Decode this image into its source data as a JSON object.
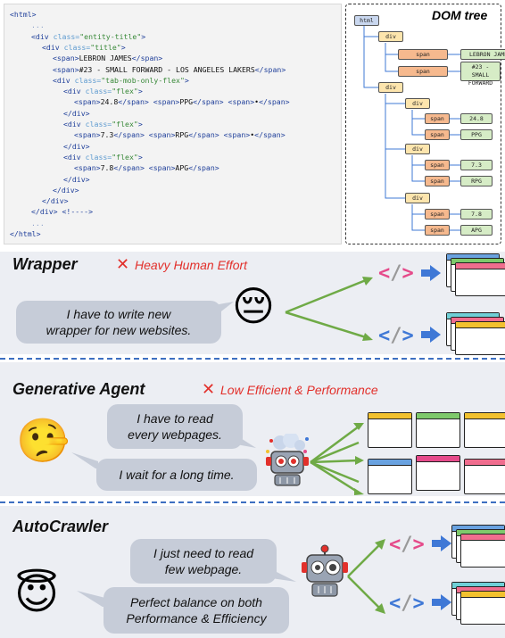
{
  "code_panel": {
    "lines": [
      {
        "indent": 0,
        "parts": [
          [
            "tag",
            "<html>"
          ]
        ]
      },
      {
        "indent": 2,
        "parts": [
          [
            "dots",
            "..."
          ]
        ]
      },
      {
        "indent": 2,
        "parts": [
          [
            "tag",
            "<div "
          ],
          [
            "attr",
            "class="
          ],
          [
            "str",
            "\"entity-title\""
          ],
          [
            "tag",
            ">"
          ]
        ]
      },
      {
        "indent": 3,
        "parts": [
          [
            "tag",
            "<div "
          ],
          [
            "attr",
            "class="
          ],
          [
            "str",
            "\"title\""
          ],
          [
            "tag",
            ">"
          ]
        ]
      },
      {
        "indent": 4,
        "parts": [
          [
            "tag",
            "<span>"
          ],
          [
            "txt",
            "LEBRON JAMES"
          ],
          [
            "tag",
            "</span>"
          ]
        ]
      },
      {
        "indent": 4,
        "parts": [
          [
            "tag",
            "<span>"
          ],
          [
            "txt",
            "#23 - SMALL FORWARD - LOS ANGELES LAKERS"
          ],
          [
            "tag",
            "</span>"
          ]
        ]
      },
      {
        "indent": 4,
        "parts": [
          [
            "tag",
            "<div "
          ],
          [
            "attr",
            "class="
          ],
          [
            "str",
            "\"tab-mob-only-flex\""
          ],
          [
            "tag",
            ">"
          ]
        ]
      },
      {
        "indent": 5,
        "parts": [
          [
            "tag",
            "<div "
          ],
          [
            "attr",
            "class="
          ],
          [
            "str",
            "\"flex\""
          ],
          [
            "tag",
            ">"
          ]
        ]
      },
      {
        "indent": 6,
        "parts": [
          [
            "tag",
            "<span>"
          ],
          [
            "txt",
            "24.8"
          ],
          [
            "tag",
            "</span> <span>"
          ],
          [
            "txt",
            "PPG"
          ],
          [
            "tag",
            "</span> <span>"
          ],
          [
            "txt",
            "•"
          ],
          [
            "tag",
            "</span>"
          ]
        ]
      },
      {
        "indent": 5,
        "parts": [
          [
            "tag",
            "</div>"
          ]
        ]
      },
      {
        "indent": 5,
        "parts": [
          [
            "tag",
            "<div "
          ],
          [
            "attr",
            "class="
          ],
          [
            "str",
            "\"flex\""
          ],
          [
            "tag",
            ">"
          ]
        ]
      },
      {
        "indent": 6,
        "parts": [
          [
            "tag",
            "<span>"
          ],
          [
            "txt",
            "7.3"
          ],
          [
            "tag",
            "</span> <span>"
          ],
          [
            "txt",
            "RPG"
          ],
          [
            "tag",
            "</span> <span>"
          ],
          [
            "txt",
            "•"
          ],
          [
            "tag",
            "</span>"
          ]
        ]
      },
      {
        "indent": 5,
        "parts": [
          [
            "tag",
            "</div>"
          ]
        ]
      },
      {
        "indent": 5,
        "parts": [
          [
            "tag",
            "<div "
          ],
          [
            "attr",
            "class="
          ],
          [
            "str",
            "\"flex\""
          ],
          [
            "tag",
            ">"
          ]
        ]
      },
      {
        "indent": 6,
        "parts": [
          [
            "tag",
            "<span>"
          ],
          [
            "txt",
            "7.8"
          ],
          [
            "tag",
            "</span> <span>"
          ],
          [
            "txt",
            "APG"
          ],
          [
            "tag",
            "</span>"
          ]
        ]
      },
      {
        "indent": 5,
        "parts": [
          [
            "tag",
            "</div>"
          ]
        ]
      },
      {
        "indent": 4,
        "parts": [
          [
            "tag",
            "</div>"
          ]
        ]
      },
      {
        "indent": 3,
        "parts": [
          [
            "tag",
            "</div>"
          ]
        ]
      },
      {
        "indent": 2,
        "parts": [
          [
            "tag",
            "</div> <!---->"
          ]
        ]
      },
      {
        "indent": 2,
        "parts": [
          [
            "dots",
            "..."
          ]
        ]
      },
      {
        "indent": 0,
        "parts": [
          [
            "tag",
            "</html>"
          ]
        ]
      }
    ]
  },
  "dom_tree": {
    "title": "DOM tree",
    "html_label": "html",
    "div_label": "div",
    "span_label": "span",
    "texts": [
      "LEBRON JAMES",
      "#23 - SMALL FORWARD",
      "24.8",
      "PPG",
      "7.3",
      "RPG",
      "7.8",
      "APG"
    ]
  },
  "wrapper": {
    "title": "Wrapper",
    "issue": "Heavy Human Effort",
    "bubble_line1": "I have to write new",
    "bubble_line2": "wrapper for new websites.",
    "emoji": "😔"
  },
  "generative_agent": {
    "title": "Generative Agent",
    "issue": "Low Efficient & Performance",
    "bubble1_line1": "I have to read",
    "bubble1_line2": "every webpages.",
    "bubble2": "I wait for a long time.",
    "emoji": "🤥"
  },
  "autocrawler": {
    "title": "AutoCrawler",
    "bubble1_line1": "I just need to read",
    "bubble1_line2": "few webpage.",
    "bubble2_line1": "Perfect balance on both",
    "bubble2_line2": "Performance & Efficiency",
    "emoji": "😇"
  },
  "colors": {
    "band": "#eceef3",
    "separator": "#3d6fc1",
    "issue_red": "#e2302b",
    "arrow_green": "#6faa46",
    "arrow_blue": "#3f78d6",
    "code_pink": "#e54a8a",
    "code_blue": "#3f78d6"
  },
  "icons": [
    "cross-icon",
    "code-brackets-icon",
    "right-arrow-icon",
    "webpage-stack-icon",
    "robot-icon",
    "exploding-robot-icon"
  ]
}
